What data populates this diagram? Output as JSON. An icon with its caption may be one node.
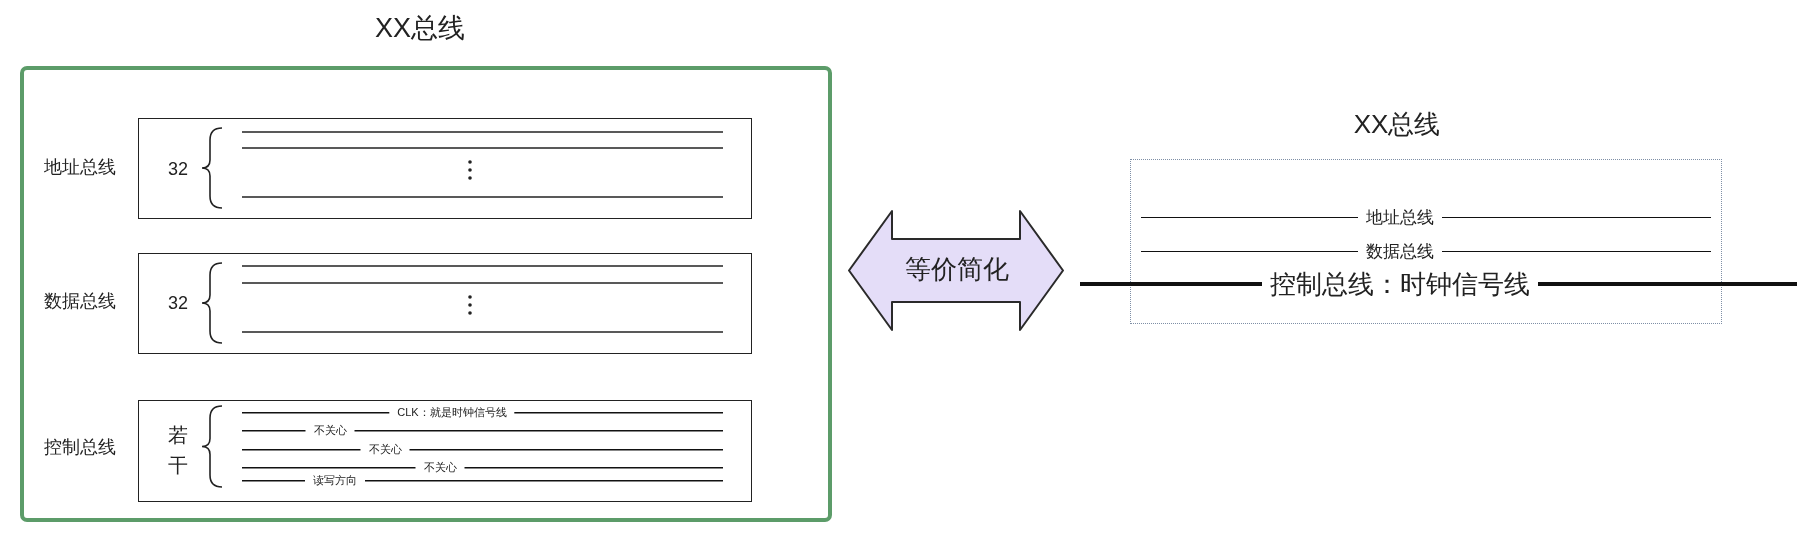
{
  "diagram": {
    "nodes": [
      {
        "text": [
          "XX总线"
        ]
      },
      {
        "text": [
          "地址总线",
          "32"
        ],
        "in": 0
      },
      {
        "text": [
          "数据总线",
          "32"
        ],
        "in": 0
      },
      {
        "text": [
          "控制总线",
          "若干",
          "CLK：就是时钟信号线",
          "不关心",
          "不关心",
          "不关心",
          "读写方向"
        ],
        "in": 0
      },
      {
        "text": [
          "等价简化"
        ]
      },
      {
        "text": [
          "XX总线",
          "地址总线",
          "数据总线",
          "控制总线：时钟信号线"
        ]
      }
    ]
  }
}
